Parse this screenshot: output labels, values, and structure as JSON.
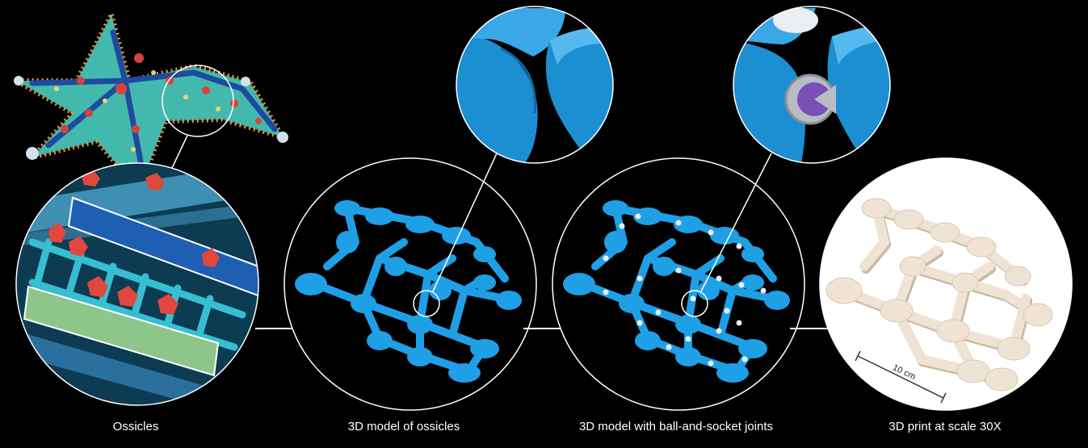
{
  "captions": {
    "ossicles": "Ossicles",
    "model": "3D model of ossicles",
    "joints": "3D model with ball-and-socket joints",
    "print": "3D print at scale 30X"
  },
  "scale_bar_label": "10 cm",
  "colors": {
    "background": "#000000",
    "outline": "#ffffff",
    "ossicle_blue": "#1e9fe6",
    "ossicle_blue_dark": "#156fae",
    "zoom_blue": "#1b8fd2",
    "zoom_blue_shadow": "#1168a3",
    "joint_white": "#e9eef2",
    "socket_gray": "#b9bcc2",
    "socket_purple": "#7a4fb6",
    "print_cream": "#efe4d4",
    "print_shadow": "#c9b9a2",
    "starfish_teal": "#3fb7b0",
    "starfish_navy": "#1f4aa0",
    "starfish_red": "#d9423a",
    "starfish_orange": "#f0a24a",
    "micro_green": "#8dc58a",
    "micro_teal": "#37bfd1",
    "micro_navy": "#1e5fb4",
    "micro_red": "#e0483d"
  }
}
